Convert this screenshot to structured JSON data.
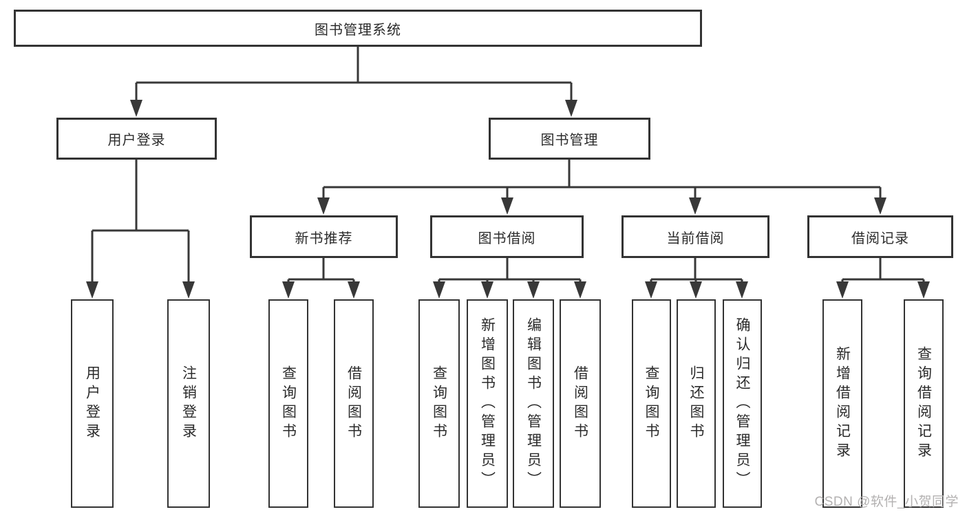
{
  "diagram": {
    "root": {
      "label": "图书管理系统"
    },
    "branches": [
      {
        "label": "用户登录",
        "children": [
          {
            "label": "用户登录"
          },
          {
            "label": "注销登录"
          }
        ]
      },
      {
        "label": "图书管理",
        "children": [
          {
            "label": "新书推荐",
            "children": [
              {
                "label": "查询图书"
              },
              {
                "label": "借阅图书"
              }
            ]
          },
          {
            "label": "图书借阅",
            "children": [
              {
                "label": "查询图书"
              },
              {
                "label": "新增图书（管理员）"
              },
              {
                "label": "编辑图书（管理员）"
              },
              {
                "label": "借阅图书"
              }
            ]
          },
          {
            "label": "当前借阅",
            "children": [
              {
                "label": "查询图书"
              },
              {
                "label": "归还图书"
              },
              {
                "label": "确认归还（管理员）"
              }
            ]
          },
          {
            "label": "借阅记录",
            "children": [
              {
                "label": "新增借阅记录"
              },
              {
                "label": "查询借阅记录"
              }
            ]
          }
        ]
      }
    ]
  },
  "watermark": {
    "text": "CSDN @软件_小贺同学"
  },
  "colors": {
    "line": "#383838",
    "box_border": "#333333",
    "text": "#2b2b2b",
    "watermark": "#b3b1b1",
    "background": "#ffffff"
  }
}
